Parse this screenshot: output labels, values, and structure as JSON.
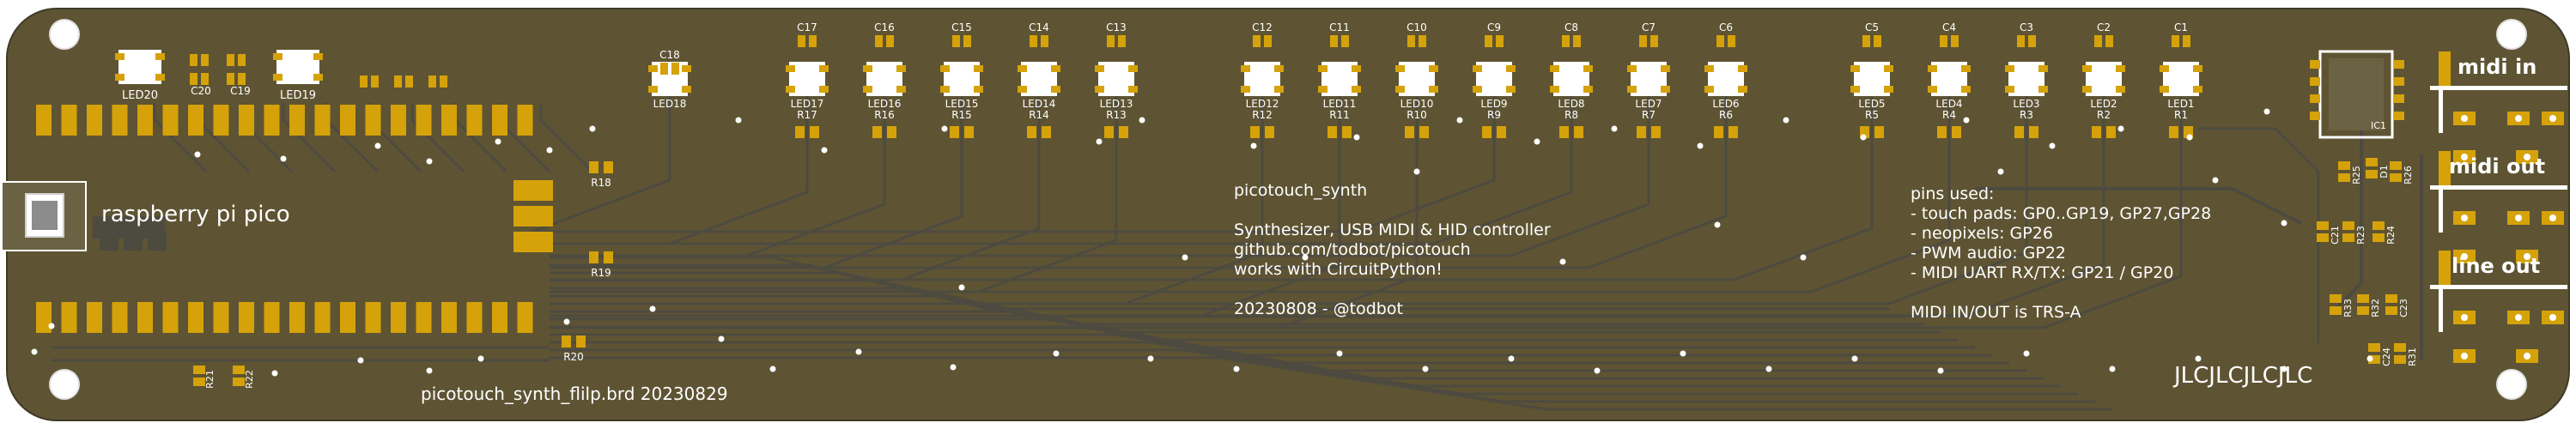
{
  "colors": {
    "board": "#5e5433",
    "trace": "#4d4a40",
    "copper": "#d5a20a",
    "silk": "#ffffff",
    "led": "#ffffff",
    "hole": "#ffffff"
  },
  "board": {
    "module_label": "raspberry pi pico",
    "info_lines": [
      "picotouch_synth",
      "",
      "Synthesizer, USB MIDI & HID controller",
      "github.com/todbot/picotouch",
      "works with CircuitPython!",
      "",
      "20230808 - @todbot"
    ],
    "pins_lines": [
      "pins used:",
      "- touch pads: GP0..GP19, GP27,GP28",
      "- neopixels: GP26",
      "- PWM audio: GP22",
      "- MIDI UART RX/TX: GP21 / GP20",
      "",
      "MIDI IN/OUT is TRS-A"
    ],
    "filename": "picotouch_synth_flilp.brd 20230829",
    "fab_mark": "JLCJLCJLCJLC",
    "jack_labels": {
      "midi_in": "midi in",
      "midi_out": "midi out",
      "line_out": "line out"
    }
  },
  "leds_left": [
    {
      "led": "LED20"
    },
    {
      "led": "LED19"
    }
  ],
  "caps_left": [
    "C20",
    "C19"
  ],
  "leds_top": [
    {
      "cap": "C18",
      "led": "LED18",
      "res": ""
    },
    {
      "cap": "C17",
      "led": "LED17",
      "res": "R17"
    },
    {
      "cap": "C16",
      "led": "LED16",
      "res": "R16"
    },
    {
      "cap": "C15",
      "led": "LED15",
      "res": "R15"
    },
    {
      "cap": "C14",
      "led": "LED14",
      "res": "R14"
    },
    {
      "cap": "C13",
      "led": "LED13",
      "res": "R13"
    },
    {
      "cap": "C12",
      "led": "LED12",
      "res": "R12"
    },
    {
      "cap": "C11",
      "led": "LED11",
      "res": "R11"
    },
    {
      "cap": "C10",
      "led": "LED10",
      "res": "R10"
    },
    {
      "cap": "C9",
      "led": "LED9",
      "res": "R9"
    },
    {
      "cap": "C8",
      "led": "LED8",
      "res": "R8"
    },
    {
      "cap": "C7",
      "led": "LED7",
      "res": "R7"
    },
    {
      "cap": "C6",
      "led": "LED6",
      "res": "R6"
    },
    {
      "cap": "C5",
      "led": "LED5",
      "res": "R5"
    },
    {
      "cap": "C4",
      "led": "LED4",
      "res": "R4"
    },
    {
      "cap": "C3",
      "led": "LED3",
      "res": "R3"
    },
    {
      "cap": "C2",
      "led": "LED2",
      "res": "R2"
    },
    {
      "cap": "C1",
      "led": "LED1",
      "res": "R1"
    }
  ],
  "resistors_mid": [
    "R18",
    "R19",
    "R20"
  ],
  "resistors_bottom": [
    "R21",
    "R22"
  ],
  "right_parts": [
    "IC1",
    "R25",
    "D1",
    "R26",
    "C21",
    "R23",
    "R24",
    "R33",
    "R32",
    "C23",
    "C24",
    "R31"
  ]
}
